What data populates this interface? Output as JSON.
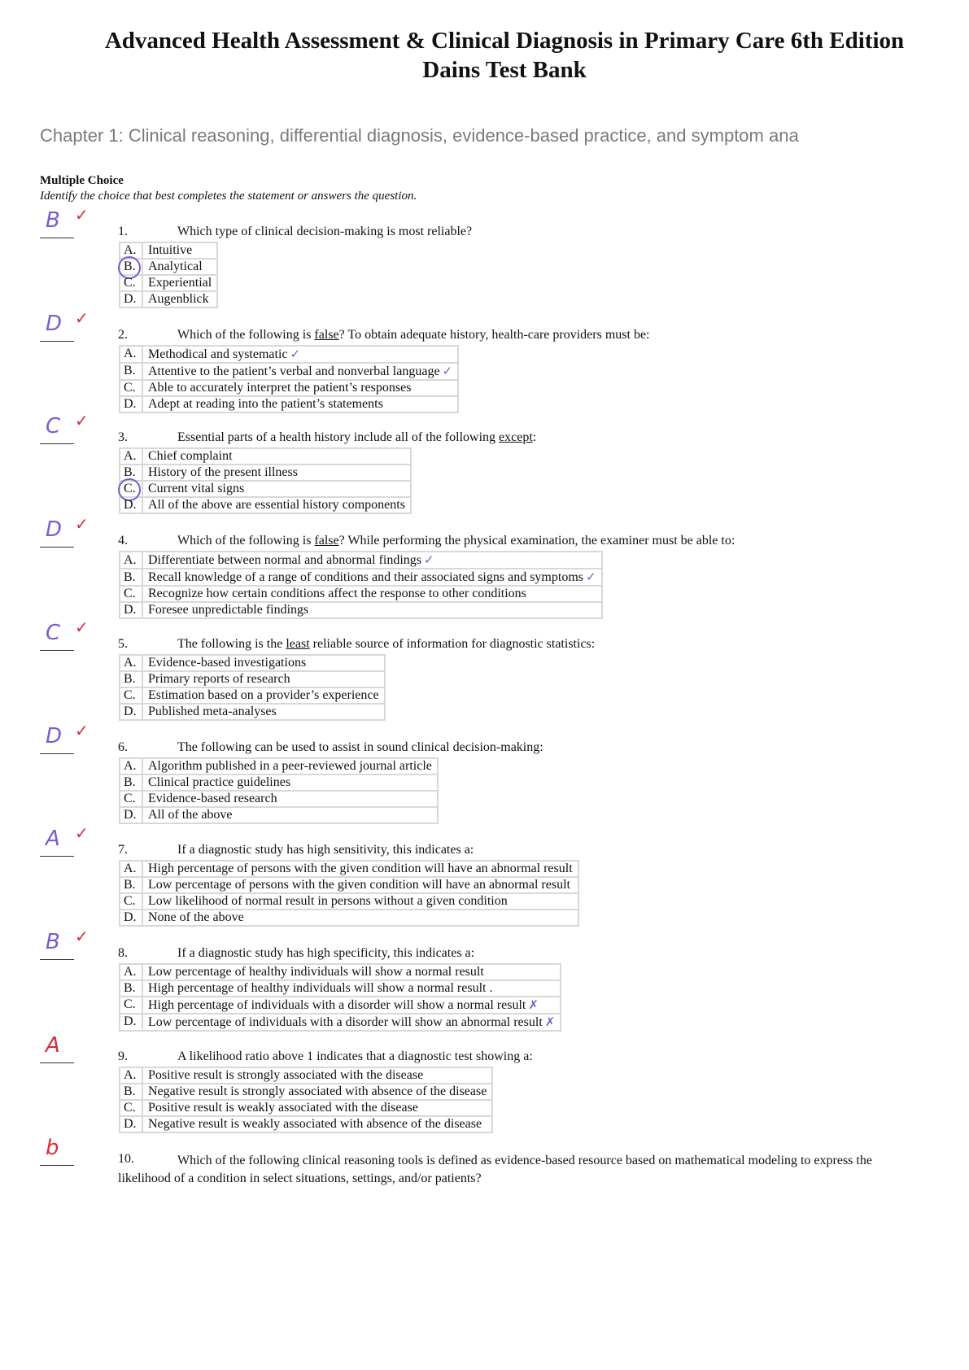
{
  "title_line1": "Advanced Health Assessment & Clinical Diagnosis in Primary Care 6th Edition",
  "title_line2": "Dains Test Bank",
  "chapter": "Chapter 1: Clinical reasoning, differential diagnosis, evidence-based practice, and symptom ana",
  "section": "Multiple Choice",
  "instructions": "Identify the choice that best completes the statement or answers the question.",
  "colors": {
    "purple": "#7b5cc9",
    "red": "#d62d3a"
  },
  "questions": [
    {
      "num": "1.",
      "pre": "Which type of clinical decision-making is most reliable?",
      "u": "",
      "post": "",
      "answer": "B",
      "answer_color": "#7b5cc9",
      "check": "✓",
      "circled": 1,
      "options": [
        [
          "A.",
          "Intuitive",
          ""
        ],
        [
          "B.",
          "Analytical",
          ""
        ],
        [
          "C.",
          "Experiential",
          ""
        ],
        [
          "D.",
          "Augenblick",
          ""
        ]
      ]
    },
    {
      "num": "2.",
      "pre": "Which of the following is ",
      "u": "false",
      "post": "? To obtain adequate history, health-care providers must be:",
      "answer": "D",
      "answer_color": "#7b5cc9",
      "check": "✓",
      "circled": -1,
      "options": [
        [
          "A.",
          "Methodical and systematic",
          "✓"
        ],
        [
          "B.",
          "Attentive to the patient’s verbal and nonverbal language",
          "✓"
        ],
        [
          "C.",
          "Able to accurately interpret the patient’s responses",
          ""
        ],
        [
          "D.",
          "Adept at reading into the patient’s statements",
          ""
        ]
      ]
    },
    {
      "num": "3.",
      "pre": "Essential parts of a health history include all of the following ",
      "u": "except",
      "post": ":",
      "answer": "C",
      "answer_color": "#7b5cc9",
      "check": "✓",
      "circled": 2,
      "options": [
        [
          "A.",
          "Chief complaint",
          ""
        ],
        [
          "B.",
          "History of the present illness",
          ""
        ],
        [
          "C.",
          "Current vital signs",
          ""
        ],
        [
          "D.",
          "All of the above are essential history components",
          ""
        ]
      ]
    },
    {
      "num": "4.",
      "pre": "Which of the following is ",
      "u": "false",
      "post": "? While performing the physical examination, the examiner must be able to:",
      "answer": "D",
      "answer_color": "#7b5cc9",
      "check": "✓",
      "circled": -1,
      "options": [
        [
          "A.",
          "Differentiate between normal and abnormal findings",
          "✓"
        ],
        [
          "B.",
          "Recall knowledge of a range of conditions and their associated signs and symptoms",
          "✓"
        ],
        [
          "C.",
          "Recognize how certain conditions affect the response to other conditions",
          ""
        ],
        [
          "D.",
          "Foresee unpredictable findings",
          ""
        ]
      ]
    },
    {
      "num": "5.",
      "pre": "The following is the ",
      "u": "least",
      "post": " reliable source of information for diagnostic statistics:",
      "answer": "C",
      "answer_color": "#7b5cc9",
      "check": "✓",
      "circled": -1,
      "options": [
        [
          "A.",
          "Evidence-based investigations",
          ""
        ],
        [
          "B.",
          "Primary reports of research",
          ""
        ],
        [
          "C.",
          "Estimation based on a provider’s experience",
          ""
        ],
        [
          "D.",
          "Published meta-analyses",
          ""
        ]
      ]
    },
    {
      "num": "6.",
      "pre": "The following can be used to assist in sound clinical decision-making:",
      "u": "",
      "post": "",
      "answer": "D",
      "answer_color": "#7b5cc9",
      "check": "✓",
      "circled": -1,
      "options": [
        [
          "A.",
          "Algorithm published in a peer-reviewed journal article",
          ""
        ],
        [
          "B.",
          "Clinical practice guidelines",
          ""
        ],
        [
          "C.",
          "Evidence-based research",
          ""
        ],
        [
          "D.",
          "All of the above",
          ""
        ]
      ]
    },
    {
      "num": "7.",
      "pre": "If a diagnostic study has high sensitivity, this indicates a:",
      "u": "",
      "post": "",
      "answer": "A",
      "answer_color": "#7b5cc9",
      "check": "✓",
      "circled": -1,
      "options": [
        [
          "A.",
          "High percentage of persons with the given condition will have an abnormal result",
          ""
        ],
        [
          "B.",
          "Low percentage of persons with the given condition will have an abnormal result",
          ""
        ],
        [
          "C.",
          "Low likelihood of normal result in persons without a given condition",
          ""
        ],
        [
          "D.",
          "None of the above",
          ""
        ]
      ]
    },
    {
      "num": "8.",
      "pre": "If a diagnostic study has high specificity, this indicates a:",
      "u": "",
      "post": "",
      "answer": "B",
      "answer_color": "#7b5cc9",
      "check": "✓",
      "circled": -1,
      "options": [
        [
          "A.",
          "Low percentage of healthy individuals will show a normal result",
          ""
        ],
        [
          "B.",
          "High percentage of healthy individuals will show a normal result .",
          ""
        ],
        [
          "C.",
          "High percentage of individuals with a disorder will show a normal result",
          "✗"
        ],
        [
          "D.",
          "Low percentage of individuals with a disorder will show an abnormal result",
          "✗"
        ]
      ]
    },
    {
      "num": "9.",
      "pre": "A likelihood ratio above 1 indicates that a diagnostic test showing a:",
      "u": "",
      "post": "",
      "answer": "A",
      "answer_color": "#d62d3a",
      "check": "",
      "circled": -1,
      "options": [
        [
          "A.",
          "Positive result is strongly associated with the disease",
          ""
        ],
        [
          "B.",
          "Negative result is strongly associated with absence of the disease",
          ""
        ],
        [
          "C.",
          "Positive result is weakly associated with the disease",
          ""
        ],
        [
          "D.",
          "Negative result is weakly associated with absence of the disease",
          ""
        ]
      ]
    },
    {
      "num": "10.",
      "pre": "Which of the following clinical reasoning tools is defined as evidence-based resource based on mathematical modeling to express the likelihood of a condition in select situations, settings, and/or patients?",
      "u": "",
      "post": "",
      "answer": "b",
      "answer_color": "#d62d3a",
      "check": "",
      "circled": -1,
      "options": []
    }
  ]
}
